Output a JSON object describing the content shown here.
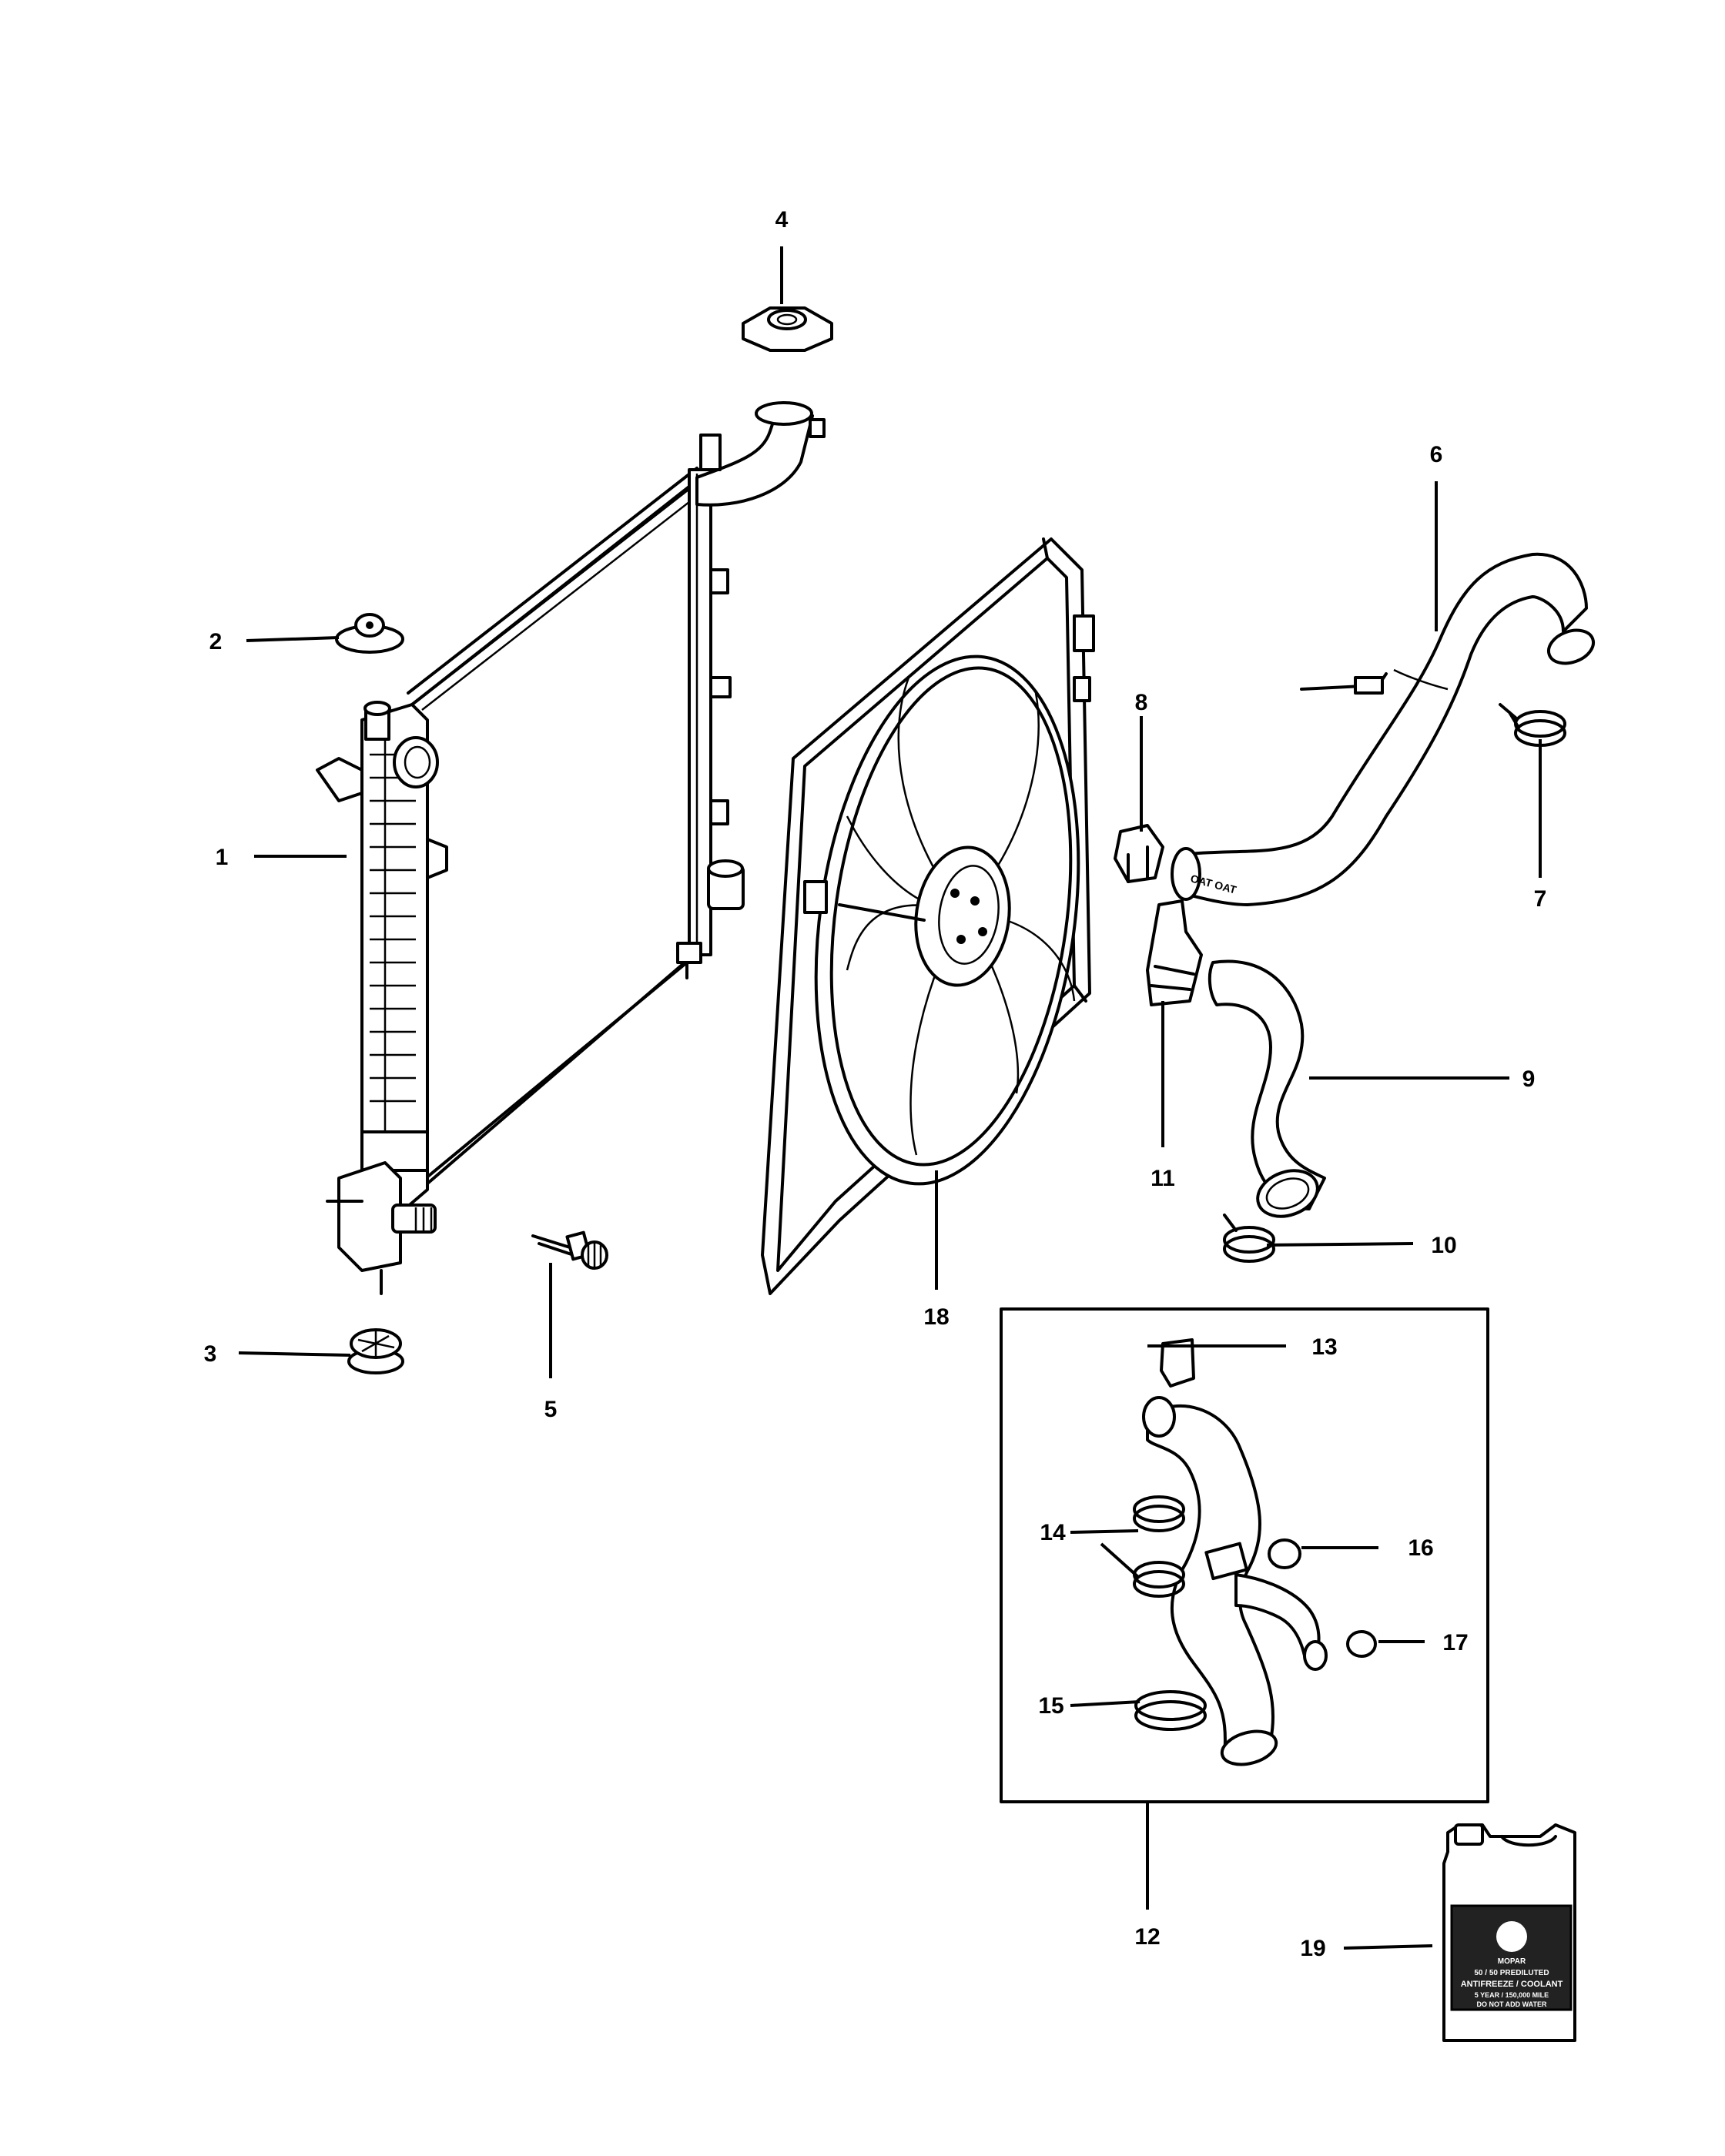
{
  "callouts": [
    "1",
    "2",
    "3",
    "4",
    "5",
    "6",
    "7",
    "8",
    "9",
    "10",
    "11",
    "12",
    "13",
    "14",
    "15",
    "16",
    "17",
    "18",
    "19"
  ],
  "jug_label": {
    "brand": "MOPAR",
    "line1": "50 / 50 PREDILUTED",
    "line2": "ANTIFREEZE / COOLANT",
    "line3": "5 YEAR / 150,000 MILE",
    "line4": "DO NOT ADD WATER"
  },
  "hose_marking": "OAT OAT"
}
